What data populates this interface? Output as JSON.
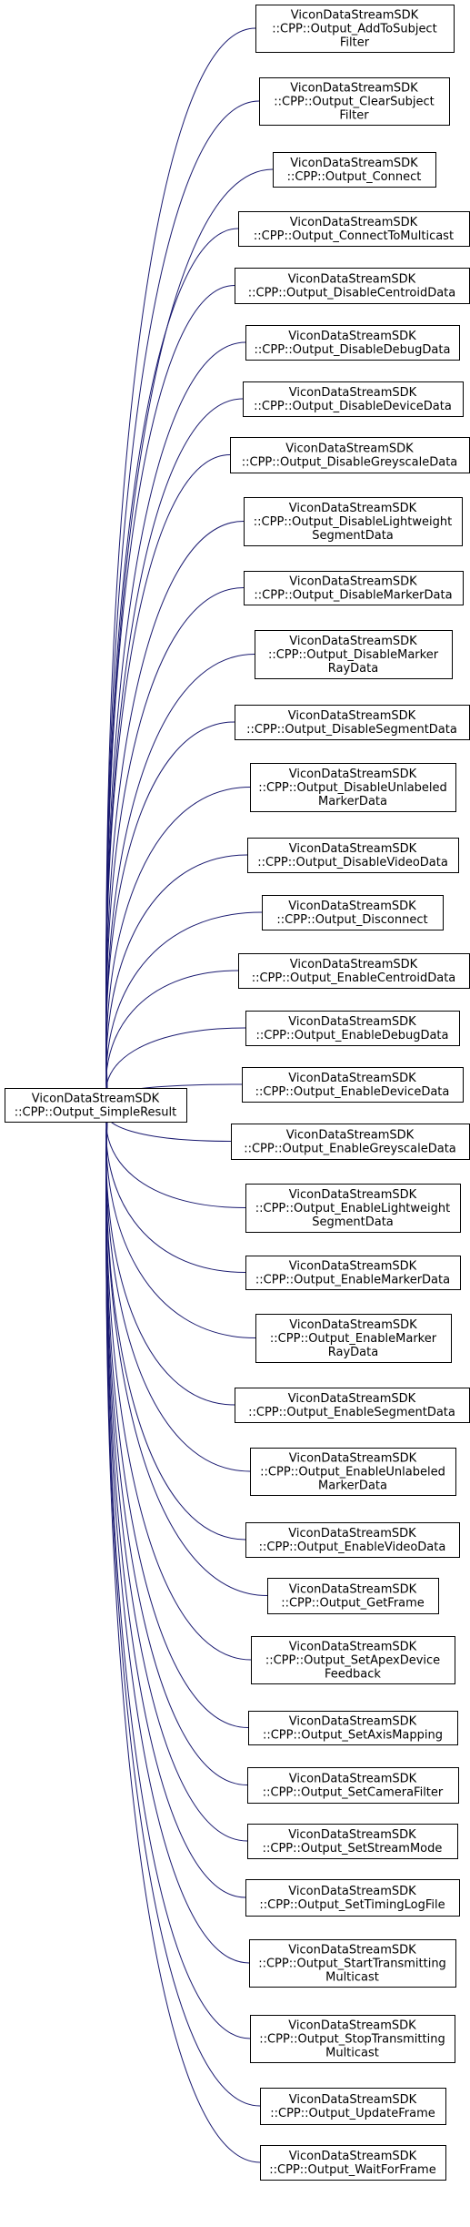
{
  "base_class": {
    "lines": [
      "ViconDataStreamSDK",
      "::CPP::Output_SimpleResult"
    ]
  },
  "derived_classes": [
    {
      "lines": [
        "ViconDataStreamSDK",
        "::CPP::Output_AddToSubject",
        "Filter"
      ]
    },
    {
      "lines": [
        "ViconDataStreamSDK",
        "::CPP::Output_ClearSubject",
        "Filter"
      ]
    },
    {
      "lines": [
        "ViconDataStreamSDK",
        "::CPP::Output_Connect"
      ]
    },
    {
      "lines": [
        "ViconDataStreamSDK",
        "::CPP::Output_ConnectToMulticast"
      ]
    },
    {
      "lines": [
        "ViconDataStreamSDK",
        "::CPP::Output_DisableCentroidData"
      ]
    },
    {
      "lines": [
        "ViconDataStreamSDK",
        "::CPP::Output_DisableDebugData"
      ]
    },
    {
      "lines": [
        "ViconDataStreamSDK",
        "::CPP::Output_DisableDeviceData"
      ]
    },
    {
      "lines": [
        "ViconDataStreamSDK",
        "::CPP::Output_DisableGreyscaleData"
      ]
    },
    {
      "lines": [
        "ViconDataStreamSDK",
        "::CPP::Output_DisableLightweight",
        "SegmentData"
      ]
    },
    {
      "lines": [
        "ViconDataStreamSDK",
        "::CPP::Output_DisableMarkerData"
      ]
    },
    {
      "lines": [
        "ViconDataStreamSDK",
        "::CPP::Output_DisableMarker",
        "RayData"
      ]
    },
    {
      "lines": [
        "ViconDataStreamSDK",
        "::CPP::Output_DisableSegmentData"
      ]
    },
    {
      "lines": [
        "ViconDataStreamSDK",
        "::CPP::Output_DisableUnlabeled",
        "MarkerData"
      ]
    },
    {
      "lines": [
        "ViconDataStreamSDK",
        "::CPP::Output_DisableVideoData"
      ]
    },
    {
      "lines": [
        "ViconDataStreamSDK",
        "::CPP::Output_Disconnect"
      ]
    },
    {
      "lines": [
        "ViconDataStreamSDK",
        "::CPP::Output_EnableCentroidData"
      ]
    },
    {
      "lines": [
        "ViconDataStreamSDK",
        "::CPP::Output_EnableDebugData"
      ]
    },
    {
      "lines": [
        "ViconDataStreamSDK",
        "::CPP::Output_EnableDeviceData"
      ]
    },
    {
      "lines": [
        "ViconDataStreamSDK",
        "::CPP::Output_EnableGreyscaleData"
      ]
    },
    {
      "lines": [
        "ViconDataStreamSDK",
        "::CPP::Output_EnableLightweight",
        "SegmentData"
      ]
    },
    {
      "lines": [
        "ViconDataStreamSDK",
        "::CPP::Output_EnableMarkerData"
      ]
    },
    {
      "lines": [
        "ViconDataStreamSDK",
        "::CPP::Output_EnableMarker",
        "RayData"
      ]
    },
    {
      "lines": [
        "ViconDataStreamSDK",
        "::CPP::Output_EnableSegmentData"
      ]
    },
    {
      "lines": [
        "ViconDataStreamSDK",
        "::CPP::Output_EnableUnlabeled",
        "MarkerData"
      ]
    },
    {
      "lines": [
        "ViconDataStreamSDK",
        "::CPP::Output_EnableVideoData"
      ]
    },
    {
      "lines": [
        "ViconDataStreamSDK",
        "::CPP::Output_GetFrame"
      ]
    },
    {
      "lines": [
        "ViconDataStreamSDK",
        "::CPP::Output_SetApexDevice",
        "Feedback"
      ]
    },
    {
      "lines": [
        "ViconDataStreamSDK",
        "::CPP::Output_SetAxisMapping"
      ]
    },
    {
      "lines": [
        "ViconDataStreamSDK",
        "::CPP::Output_SetCameraFilter"
      ]
    },
    {
      "lines": [
        "ViconDataStreamSDK",
        "::CPP::Output_SetStreamMode"
      ]
    },
    {
      "lines": [
        "ViconDataStreamSDK",
        "::CPP::Output_SetTimingLogFile"
      ]
    },
    {
      "lines": [
        "ViconDataStreamSDK",
        "::CPP::Output_StartTransmitting",
        "Multicast"
      ]
    },
    {
      "lines": [
        "ViconDataStreamSDK",
        "::CPP::Output_StopTransmitting",
        "Multicast"
      ]
    },
    {
      "lines": [
        "ViconDataStreamSDK",
        "::CPP::Output_UpdateFrame"
      ]
    },
    {
      "lines": [
        "ViconDataStreamSDK",
        "::CPP::Output_WaitForFrame"
      ]
    }
  ],
  "colors": {
    "edge": "#191970",
    "box_stroke": "#000000",
    "box_fill": "#ffffff",
    "text": "#000000"
  }
}
